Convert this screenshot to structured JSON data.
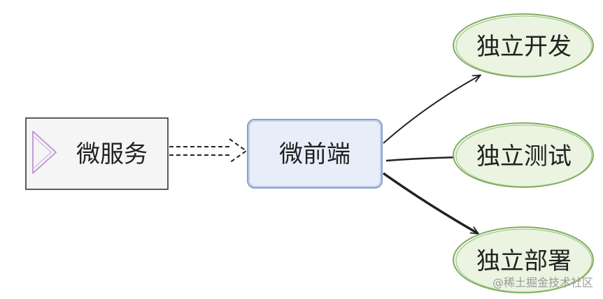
{
  "nodes": {
    "microservice": {
      "label": "微服务",
      "fill": "#f5f5f5",
      "stroke": "#333333",
      "icon": "play-triangle-icon",
      "icon_color": "#c59ad6"
    },
    "microfrontend": {
      "label": "微前端",
      "fill": "#e8eef9",
      "stroke": "#7d97c9"
    },
    "independent_development": {
      "label": "独立开发",
      "fill": "#eaf4e1",
      "stroke": "#79a85b"
    },
    "independent_testing": {
      "label": "独立测试",
      "fill": "#eaf4e1",
      "stroke": "#79a85b"
    },
    "independent_deployment": {
      "label": "独立部署",
      "fill": "#eaf4e1",
      "stroke": "#79a85b"
    }
  },
  "edges": [
    {
      "from": "microservice",
      "to": "microfrontend",
      "style": "dashed"
    },
    {
      "from": "microfrontend",
      "to": "independent_development",
      "style": "solid"
    },
    {
      "from": "microfrontend",
      "to": "independent_testing",
      "style": "solid"
    },
    {
      "from": "microfrontend",
      "to": "independent_deployment",
      "style": "solid"
    }
  ],
  "watermark": "@稀土掘金技术社区"
}
